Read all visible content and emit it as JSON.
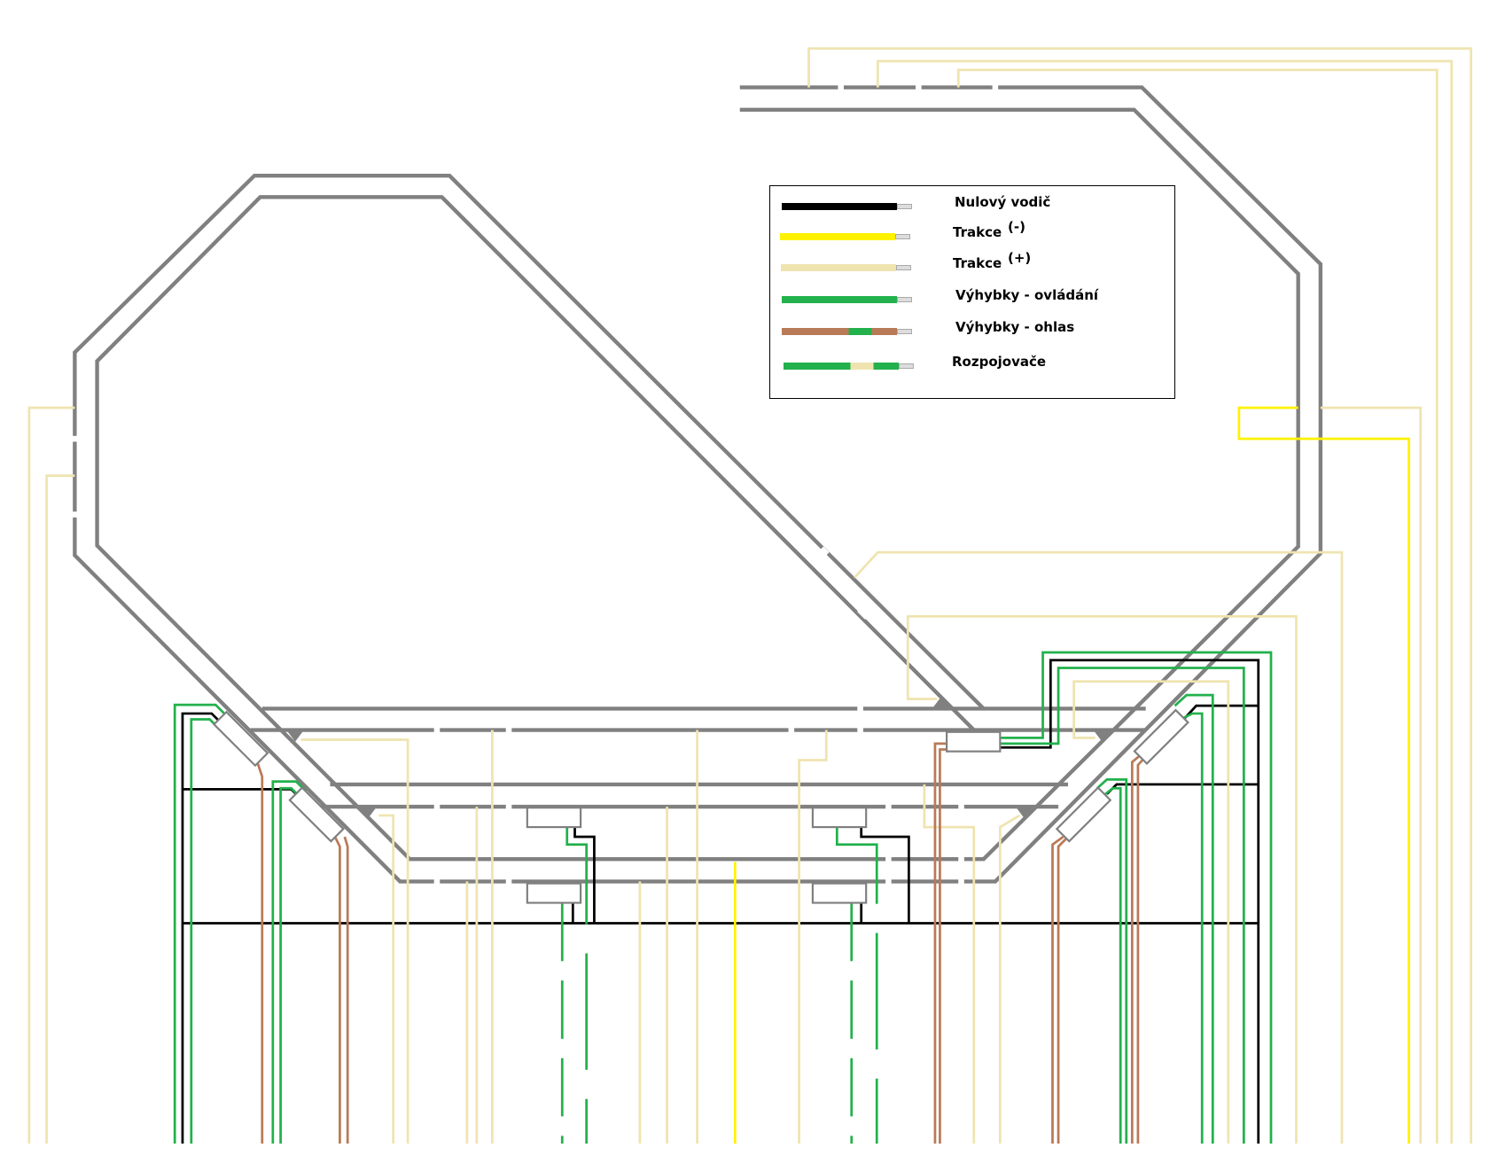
{
  "legend": {
    "items": [
      {
        "label": "Nulový vodič",
        "colors": [
          "#000000"
        ]
      },
      {
        "label": "Trakce",
        "suffix": "(-)",
        "colors": [
          "#fff200"
        ]
      },
      {
        "label": "Trakce",
        "suffix": "(+)",
        "colors": [
          "#efe4b0"
        ]
      },
      {
        "label": "Výhybky - ovládání",
        "colors": [
          "#22b14c"
        ]
      },
      {
        "label": "Výhybky - ohlas",
        "colors": [
          "#b97a57",
          "#22b14c",
          "#b97a57"
        ]
      },
      {
        "label": "Rozpojovače",
        "colors": [
          "#22b14c",
          "#efe4b0",
          "#22b14c"
        ]
      }
    ]
  }
}
